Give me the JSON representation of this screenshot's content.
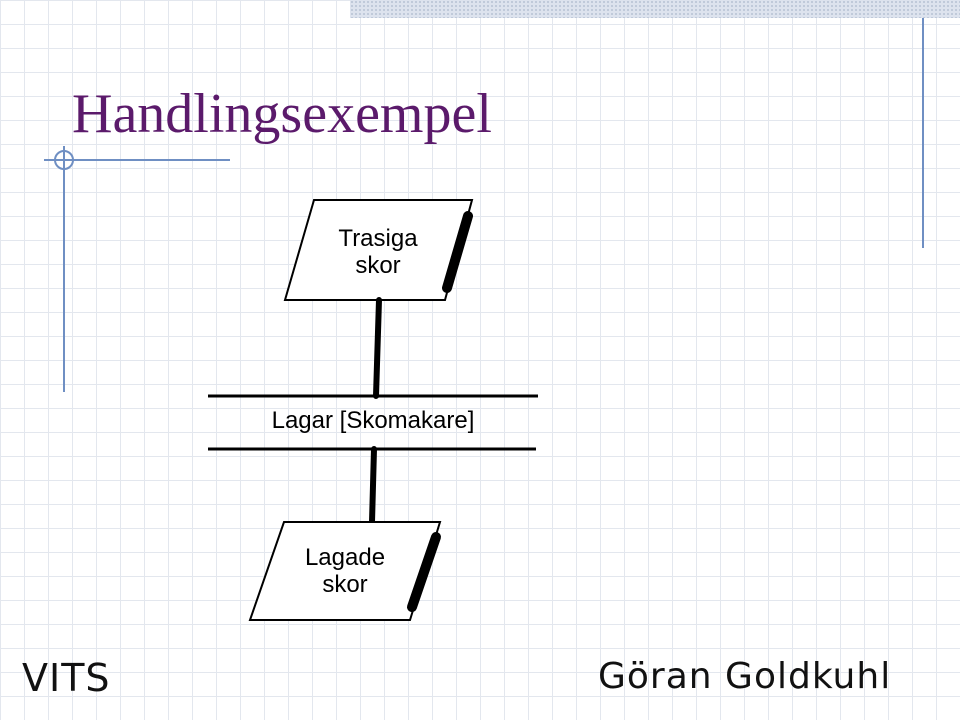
{
  "slide": {
    "title": "Handlingsexempel"
  },
  "diagram": {
    "input_object": {
      "line1": "Trasiga",
      "line2": "skor"
    },
    "action": {
      "label": "Lagar [Skomakare]"
    },
    "output_object": {
      "line1": "Lagade",
      "line2": "skor"
    }
  },
  "footer": {
    "left_logo": "VITS",
    "right_name": "Göran Goldkuhl"
  },
  "colors": {
    "title": "#5b1a6b",
    "accent_rule": "#6f8fc3",
    "grid": "#e3e7ee"
  }
}
